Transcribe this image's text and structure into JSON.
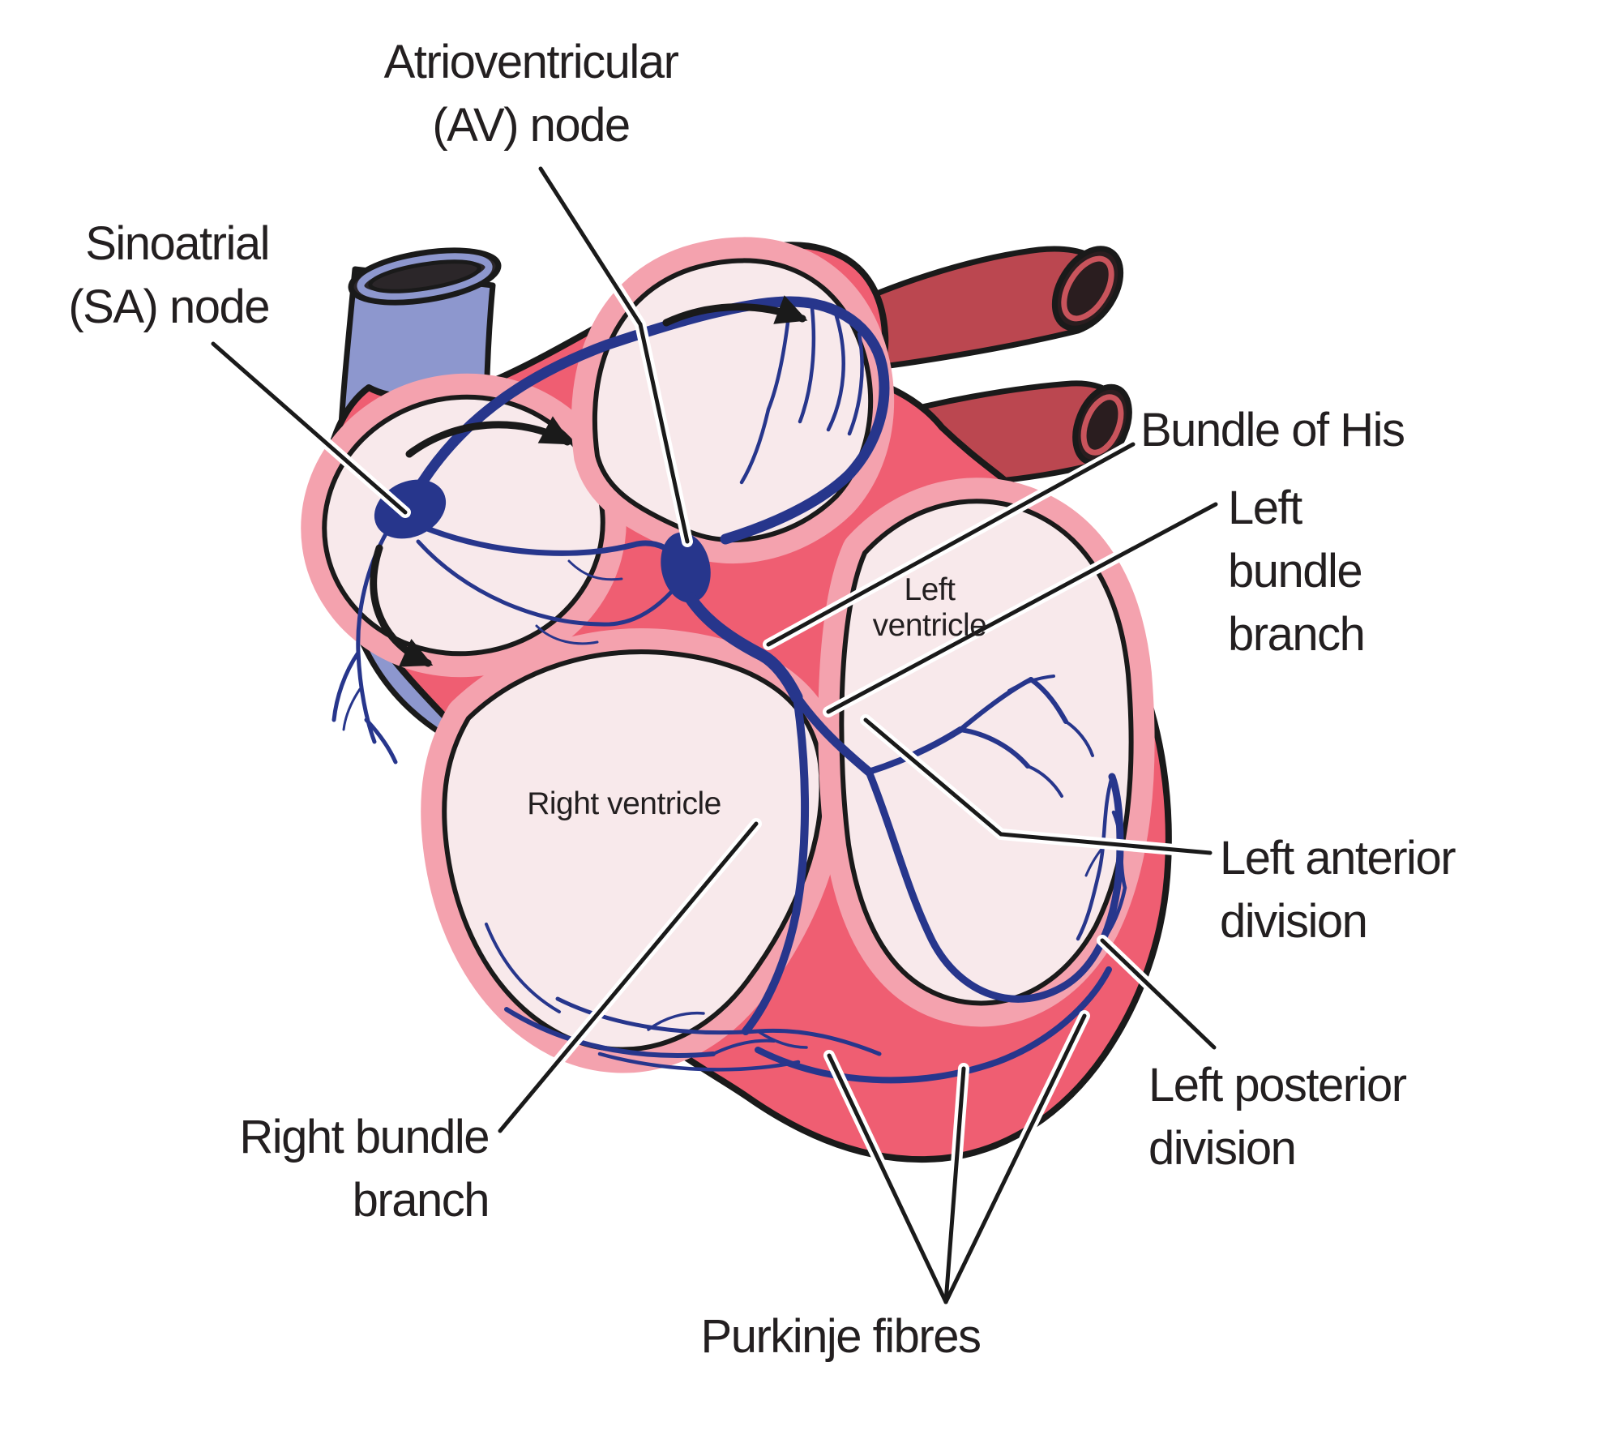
{
  "figure_type": "heart-conduction-system-diagram",
  "labels": {
    "av": [
      "Atrioventricular",
      "(AV) node"
    ],
    "sa": [
      "Sinoatrial",
      "(SA) node"
    ],
    "his": [
      "Bundle of His"
    ],
    "lbb": [
      "Left",
      "bundle",
      "branch"
    ],
    "lad": [
      "Left anterior",
      "division"
    ],
    "lpd": [
      "Left posterior",
      "division"
    ],
    "rbb": [
      "Right bundle",
      "branch"
    ],
    "purkinje": [
      "Purkinje fibres"
    ],
    "lv": [
      "Left",
      "ventricle"
    ],
    "rv": [
      "Right ventricle"
    ]
  },
  "colors": {
    "background": "#FFFFFF",
    "outline_ink": "#1A1A1A",
    "text_ink": "#231F20",
    "wall_red": "#EF5E72",
    "wall_light": "#F4A2AE",
    "chamber": "#F8E9EB",
    "conduction_blue": "#27368C",
    "vein_blue": "#8D97CE",
    "vein_opening": "#2B2629",
    "artery_red": "#BB4750",
    "artery_opening": "#2A1D1F",
    "artery_rim": "#C9545C",
    "leader_casing": "#FFFFFF"
  }
}
